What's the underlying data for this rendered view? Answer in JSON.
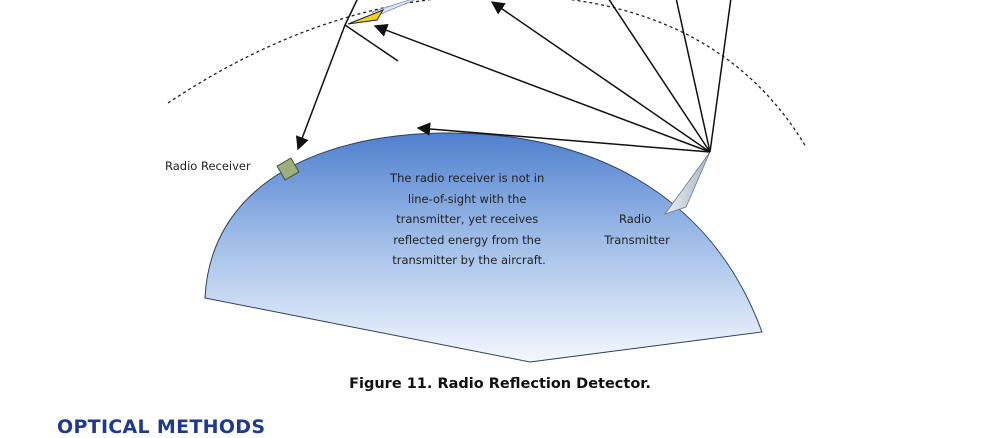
{
  "diagram": {
    "labels": {
      "receiver": "Radio Receiver",
      "transmitter": [
        "Radio",
        "Transmitter"
      ],
      "explanation": [
        "The radio receiver is not in",
        "line-of-sight with the",
        "transmitter, yet receives",
        "reflected energy from the",
        "transmitter by the aircraft."
      ]
    },
    "colors": {
      "earth_top": "#4f7fcf",
      "earth_bottom": "#f4f8fe",
      "receiver_box": "#9bb07a",
      "tower": "#c9d2dd",
      "aircraft_tail": "#f2d21b",
      "aircraft_body": "#dbe7f5",
      "heading": "#1f3a8a"
    }
  },
  "caption": "Figure 11. Radio Reflection Detector.",
  "section_heading": "OPTICAL METHODS"
}
